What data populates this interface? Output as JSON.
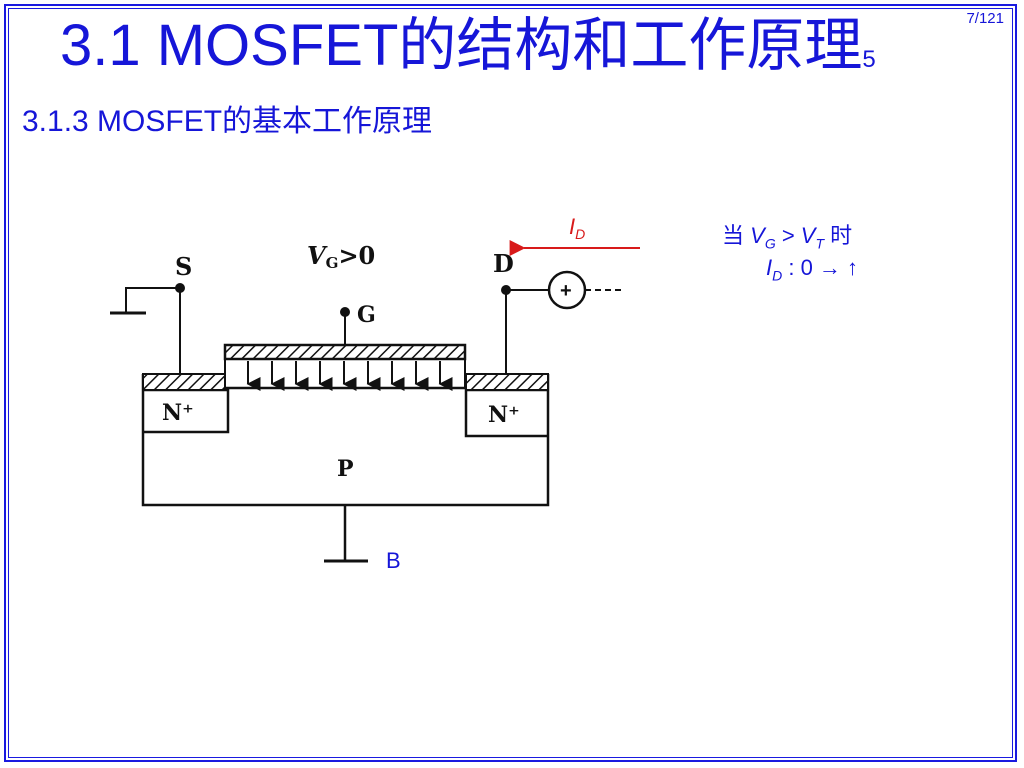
{
  "slide": {
    "title": "3.1  MOSFET的结构和工作原理",
    "title_suffix": "5",
    "page_number": "7/121",
    "subtitle": "3.1.3 MOSFET的基本工作原理"
  },
  "diagram": {
    "source_label": "S",
    "drain_label": "D",
    "gate_label": "G",
    "gate_voltage_V": "V",
    "gate_voltage_sub": "G",
    "gate_voltage_cond": ">0",
    "n_plus_left": "N⁺",
    "n_plus_right": "N⁺",
    "substrate_label": "P",
    "body_label": "B",
    "current_I": "I",
    "current_sub": "D",
    "source_symbol": "+",
    "colors": {
      "blue": "#1616d8",
      "red": "#d81a1a",
      "ink": "#111111"
    }
  },
  "note": {
    "line1_prefix": "当 ",
    "line1_v": "V",
    "line1_v_sub": "G",
    "line1_gt": " > ",
    "line1_vt": "V",
    "line1_vt_sub": "T",
    "line1_suffix": " 时",
    "line2_i": "I",
    "line2_i_sub": "D",
    "line2_rest": " :  0 → ↑"
  }
}
